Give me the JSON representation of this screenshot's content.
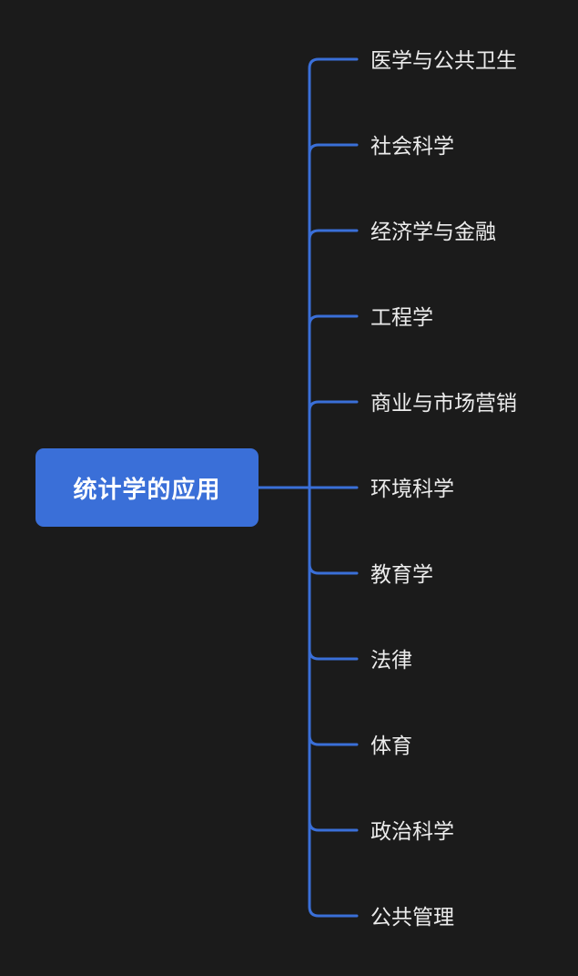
{
  "root": {
    "label": "统计学的应用"
  },
  "colors": {
    "background": "#1b1b1b",
    "root_fill": "#3a6fd8",
    "connector": "#3a6fd8",
    "branch_text": "#ececec"
  },
  "branches": [
    {
      "label": "医学与公共卫生"
    },
    {
      "label": "社会科学"
    },
    {
      "label": "经济学与金融"
    },
    {
      "label": "工程学"
    },
    {
      "label": "商业与市场营销"
    },
    {
      "label": "环境科学"
    },
    {
      "label": "教育学"
    },
    {
      "label": "法律"
    },
    {
      "label": "体育"
    },
    {
      "label": "政治科学"
    },
    {
      "label": "公共管理"
    }
  ]
}
